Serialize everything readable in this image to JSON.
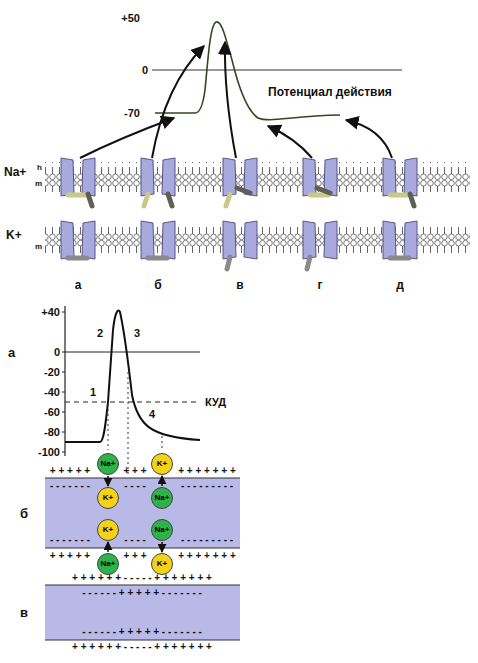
{
  "diagram": {
    "nodes": [
      {
        "text": [
          "Na+"
        ]
      },
      {
        "text": [
          "K+"
        ]
      },
      {
        "text": [
          "K+"
        ]
      },
      {
        "text": [
          "Na+"
        ]
      },
      {
        "text": [
          "K+"
        ]
      },
      {
        "text": [
          "Na+"
        ]
      },
      {
        "text": [
          "Na+"
        ]
      },
      {
        "text": [
          "K+"
        ]
      }
    ],
    "edges": [
      {
        "from": 0,
        "to": 2,
        "arrow": "to"
      },
      {
        "from": 6,
        "to": 4,
        "arrow": "to"
      },
      {
        "from": 3,
        "to": 1,
        "arrow": "to"
      },
      {
        "from": 5,
        "to": 7,
        "arrow": "to"
      }
    ],
    "labels": [
      "+50",
      "0",
      "-70",
      "Потенциал действия",
      "Na+",
      "h",
      "m",
      "K+",
      "m",
      "а",
      "б",
      "в",
      "г",
      "д",
      "+40",
      "а",
      "0",
      "-20",
      "-40",
      "-60",
      "-80",
      "-100",
      "2",
      "3",
      "1",
      "4",
      "КУД",
      "б",
      "+ + + + +",
      "+ + +",
      "+ + + + + + +",
      "- - - - - - -",
      "- - - -",
      "- - - - - - - - -",
      "- - - - - - -",
      "- - - -",
      "- - - - - - - - -",
      "+ + + + +",
      "+ + +",
      "+ + + + + + +",
      "в",
      "+ + + + + + - - - - - + + + + + + +",
      "- - - - - - + + + + + - - - - - - -",
      "- - - - - - + + + + + - - - - - - -",
      "+ + + + + + - - - - - + + + + + + +"
    ]
  }
}
